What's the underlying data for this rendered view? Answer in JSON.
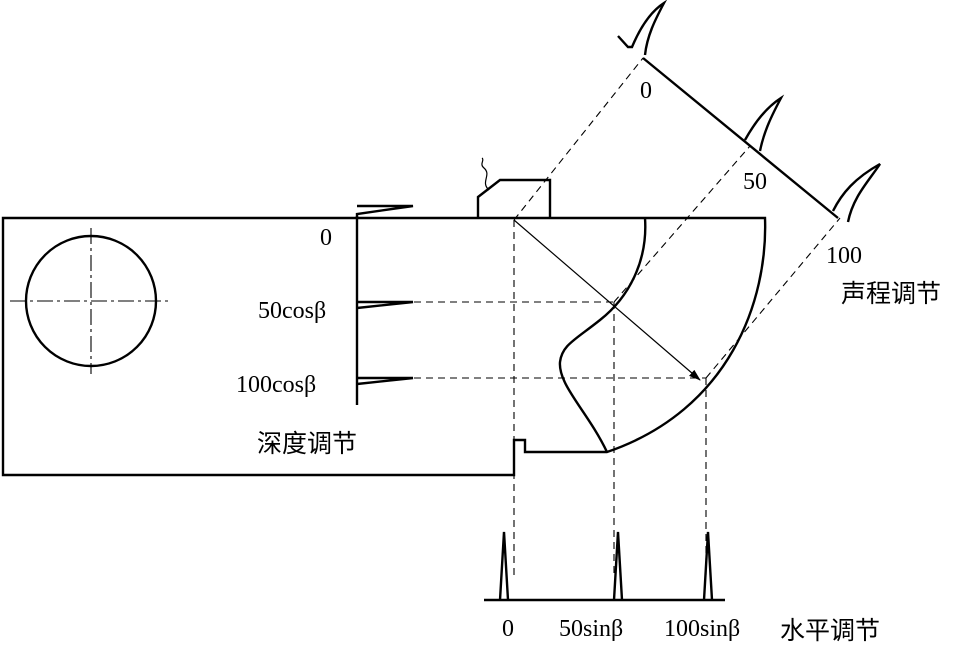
{
  "depth": {
    "ticks": [
      "0",
      "50cosβ",
      "100cosβ"
    ],
    "title": "深度调节"
  },
  "horizontal": {
    "ticks": [
      "0",
      "50sinβ",
      "100sinβ"
    ],
    "title": "水平调节"
  },
  "soundpath": {
    "ticks": [
      "0",
      "50",
      "100"
    ],
    "title": "声程调节"
  }
}
